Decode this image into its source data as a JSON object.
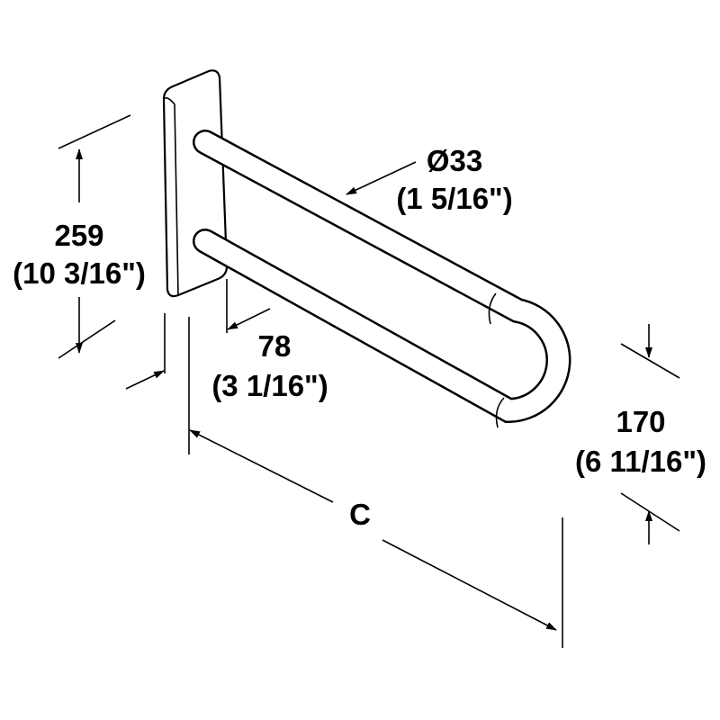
{
  "diameter": {
    "value": "Ø33",
    "imperial": "(1 5/16\")"
  },
  "height": {
    "value": "259",
    "imperial": "(10 3/16\")"
  },
  "plate_offset": {
    "value": "78",
    "imperial": "(3 1/16\")"
  },
  "rail_spacing": {
    "value": "170",
    "imperial": "(6 11/16\")"
  },
  "length": {
    "value": "C"
  },
  "colors": {
    "line": "#000000",
    "background": "#ffffff"
  }
}
